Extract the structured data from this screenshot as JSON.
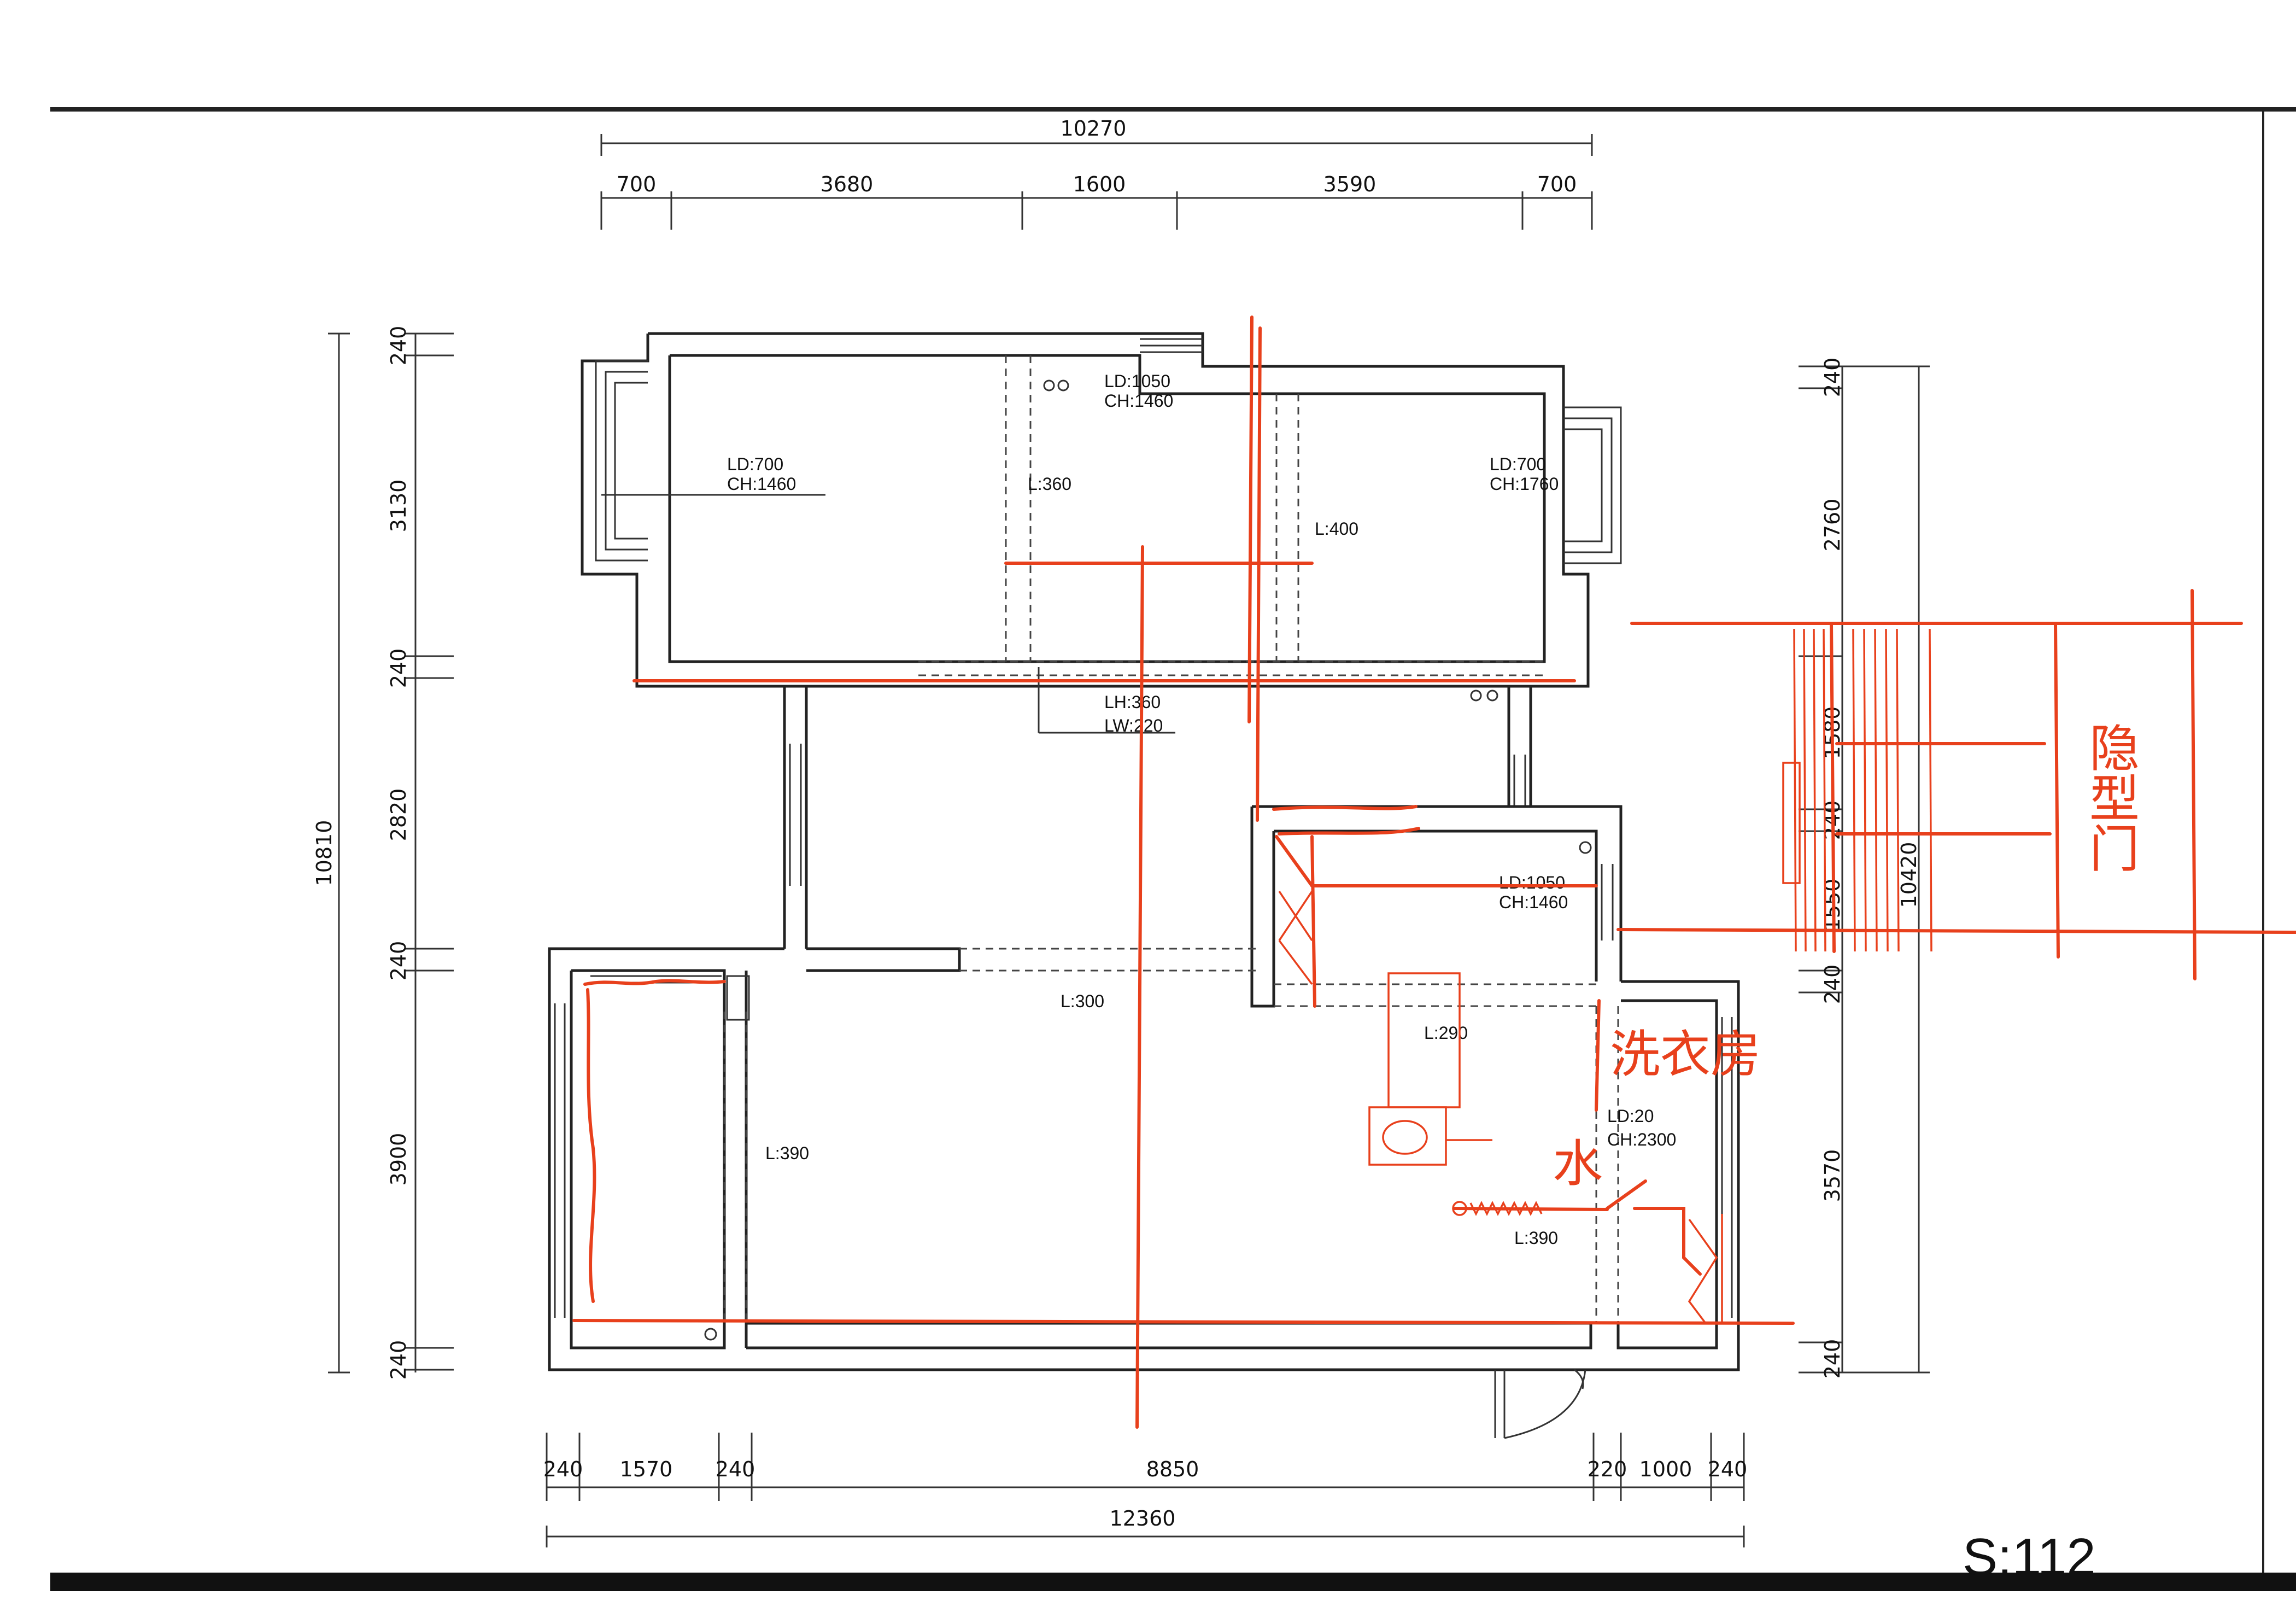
{
  "top_dims": {
    "overall": "10270",
    "segments": [
      "700",
      "3680",
      "1600",
      "3590",
      "700"
    ]
  },
  "bottom_dims": {
    "overall": "12360",
    "segments": [
      "240",
      "1570",
      "240",
      "8850",
      "220",
      "1000",
      "240"
    ]
  },
  "left_dims": {
    "overall": "10810",
    "segments": [
      "240",
      "3130",
      "240",
      "2820",
      "240",
      "3900",
      "240"
    ]
  },
  "right_dims": {
    "overall": "10420",
    "segments": [
      "240",
      "2760",
      "1580",
      "240",
      "1550",
      "240",
      "3570",
      "240"
    ]
  },
  "rooms": {
    "bedroom_left_window": "LD:700\nCH:1460",
    "bay_top": "LD:1050\nCH:1460",
    "length_360": "L:360",
    "bedroom_right_window": "LD:700\nCH:1760",
    "length_400": "L:400",
    "kitchen_window_lh": "LH:360",
    "kitchen_window_lw": "LW:220",
    "bath_window": "LD:1050\nCH:1460",
    "length_300": "L:300",
    "length_290": "L:290",
    "length_390_left": "L:390",
    "door_ld": "LD:20",
    "door_ch": "CH:2300",
    "length_390_right": "L:390"
  },
  "annotations": {
    "hidden_door": "隐型门",
    "washing": "洗衣房",
    "water": "水"
  },
  "scale": "S:112"
}
